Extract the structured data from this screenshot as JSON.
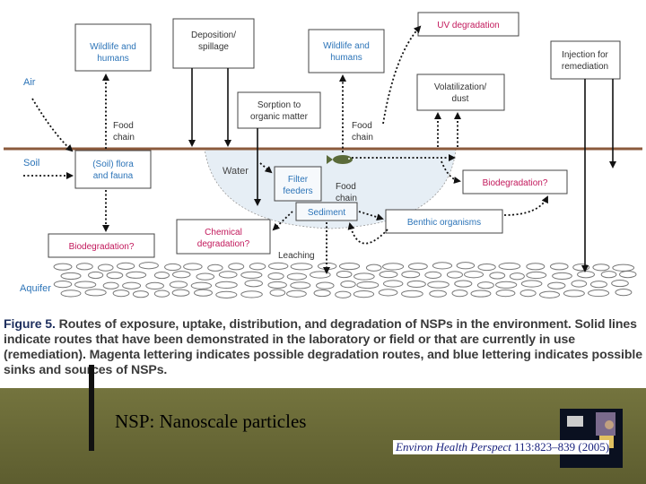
{
  "diagram": {
    "zones": {
      "air": "Air",
      "soil": "Soil",
      "aquifer": "Aquifer",
      "water": "Water"
    },
    "boxes": {
      "wildlife_left": [
        "Wildlife and",
        "humans"
      ],
      "deposition": [
        "Deposition/",
        "spillage"
      ],
      "wildlife_right": [
        "Wildlife and",
        "humans"
      ],
      "uv": [
        "UV degradation"
      ],
      "injection": [
        "Injection for",
        "remediation"
      ],
      "sorption": [
        "Sorption to",
        "organic matter"
      ],
      "volatilization": [
        "Volatilization/",
        "dust"
      ],
      "soil_flora": [
        "(Soil) flora",
        "and fauna"
      ],
      "filter_feeders": [
        "Filter",
        "feeders"
      ],
      "sediment": [
        "Sediment"
      ],
      "biodeg_right": [
        "Biodegradation?"
      ],
      "benthic": [
        "Benthic organisms"
      ],
      "chemical": [
        "Chemical",
        "degradation?"
      ],
      "biodeg_left": [
        "Biodegradation?"
      ]
    },
    "labels": {
      "food_chain_left": [
        "Food",
        "chain"
      ],
      "food_chain_right": [
        "Food",
        "chain"
      ],
      "food_chain_water": [
        "Food",
        "chain"
      ],
      "leaching": "Leaching"
    },
    "colors": {
      "blue": "#2c74b8",
      "magenta": "#c2185b",
      "soil_line": "#8b5a3c",
      "water": "#e6eef5",
      "gravel": "#8a8a8a"
    }
  },
  "caption": {
    "figure_label": "Figure 5.",
    "text": "Routes of exposure, uptake, distribution, and degradation of NSPs in the environment. Solid lines indicate routes that have been demonstrated in the laboratory or field or that are currently in use (remediation). Magenta lettering indicates possible degradation routes, and blue lettering indicates possible sinks and sources of NSPs."
  },
  "footer": {
    "note": "NSP: Nanoscale particles",
    "citation_journal": "Environ Health Perspect",
    "citation_ref": "113:823–839 (2005)."
  }
}
